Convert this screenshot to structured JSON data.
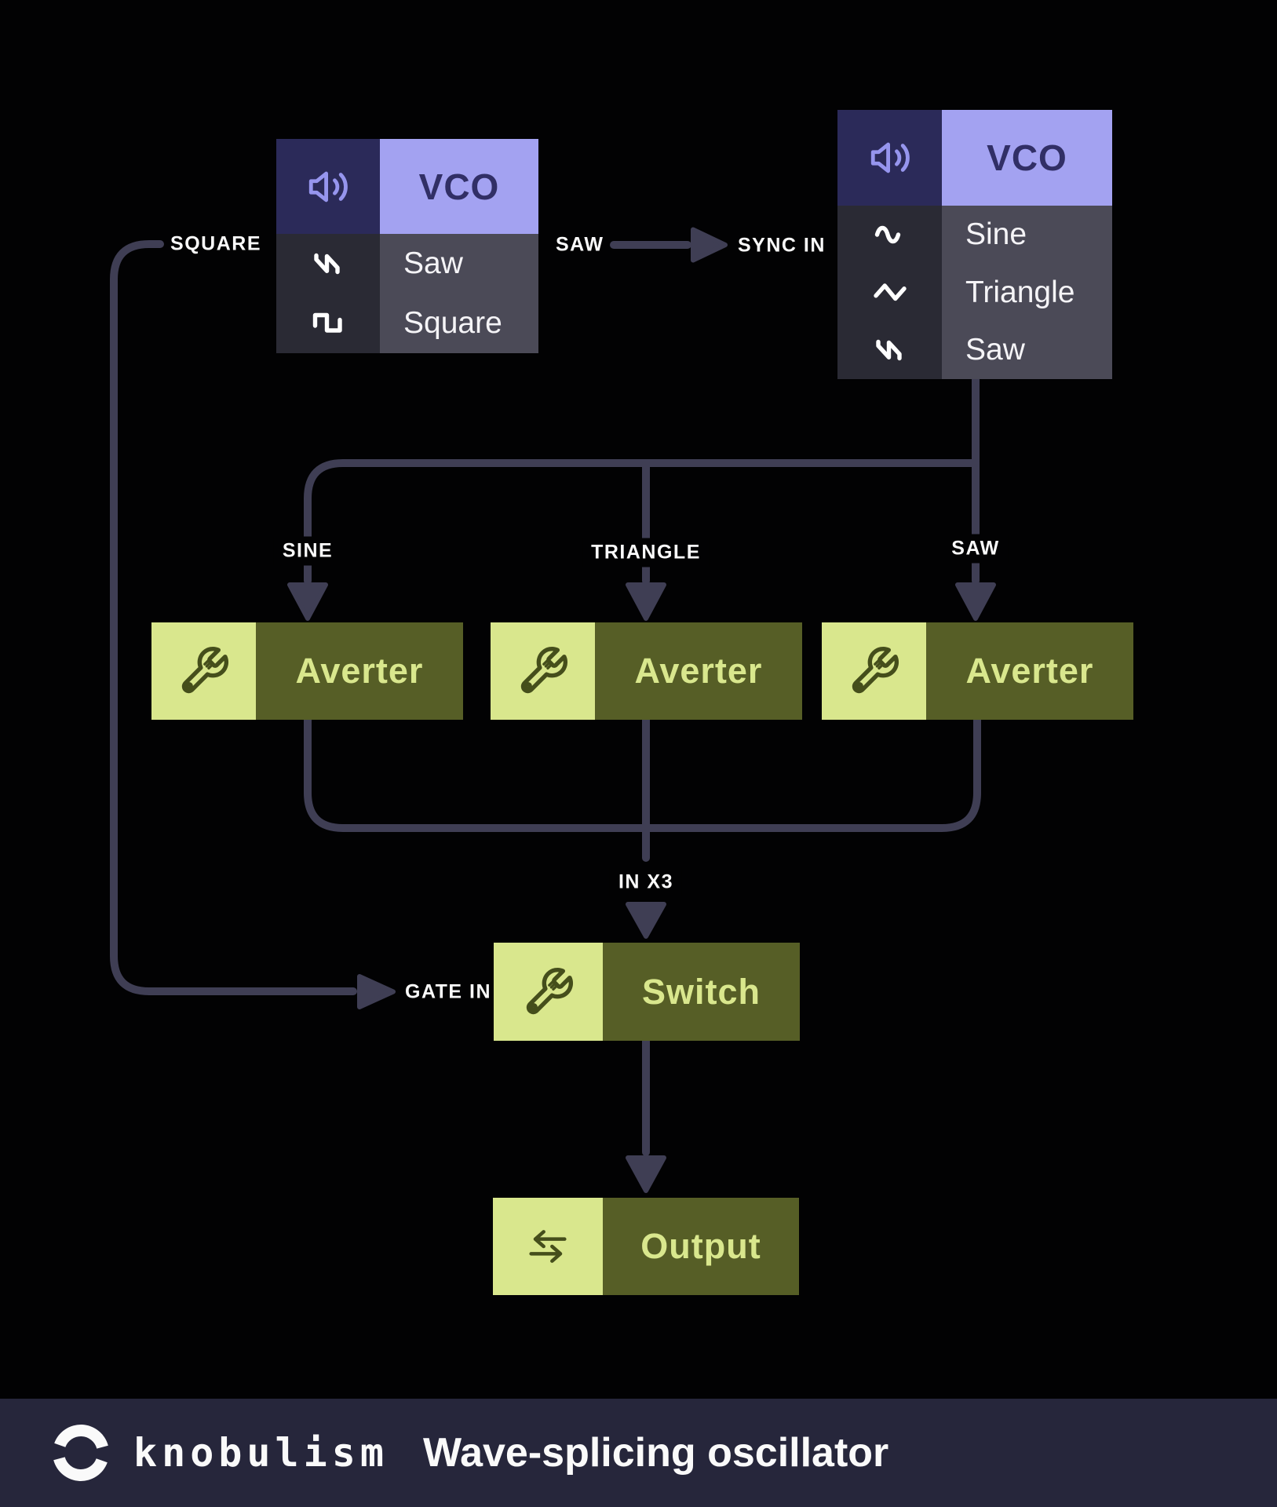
{
  "colors": {
    "background": "#020203",
    "wire": "#3f3e54",
    "vco_header_icon_bg": "#2b2a59",
    "vco_header_title_bg": "#a3a2f1",
    "vco_title_text": "#312f66",
    "vco_speaker_icon": "#9695ee",
    "row_icon_bg": "#2a2a34",
    "row_label_bg": "#4b4a57",
    "row_text": "#f5f4f7",
    "green_icon_bg": "#d9e78d",
    "green_label_bg": "#565e26",
    "green_title_text": "#d9e78d",
    "green_icon_stroke": "#454e1b",
    "wire_label_text": "#fafafa",
    "footer_bg": "#26263b",
    "footer_text": "#fafafa"
  },
  "blocks": {
    "vco_left": {
      "title": "VCO",
      "header_icon": "speaker-icon",
      "rows": [
        {
          "icon": "saw-wave-icon",
          "label": "Saw"
        },
        {
          "icon": "square-wave-icon",
          "label": "Square"
        }
      ]
    },
    "vco_right": {
      "title": "VCO",
      "header_icon": "speaker-icon",
      "rows": [
        {
          "icon": "sine-wave-icon",
          "label": "Sine"
        },
        {
          "icon": "triangle-wave-icon",
          "label": "Triangle"
        },
        {
          "icon": "saw-wave-icon",
          "label": "Saw"
        }
      ]
    },
    "averter_1": {
      "title": "Averter",
      "icon": "wrench-icon"
    },
    "averter_2": {
      "title": "Averter",
      "icon": "wrench-icon"
    },
    "averter_3": {
      "title": "Averter",
      "icon": "wrench-icon"
    },
    "switch": {
      "title": "Switch",
      "icon": "wrench-icon"
    },
    "output": {
      "title": "Output",
      "icon": "transfer-arrows-icon"
    }
  },
  "wire_labels": {
    "square": "SQUARE",
    "saw_out": "SAW",
    "sync_in": "SYNC IN",
    "sine": "SINE",
    "triangle": "TRIANGLE",
    "saw_branch": "SAW",
    "in_x3": "IN X3",
    "gate_in": "GATE IN"
  },
  "footer": {
    "brand": "knobulism",
    "subtitle": "Wave-splicing oscillator"
  }
}
